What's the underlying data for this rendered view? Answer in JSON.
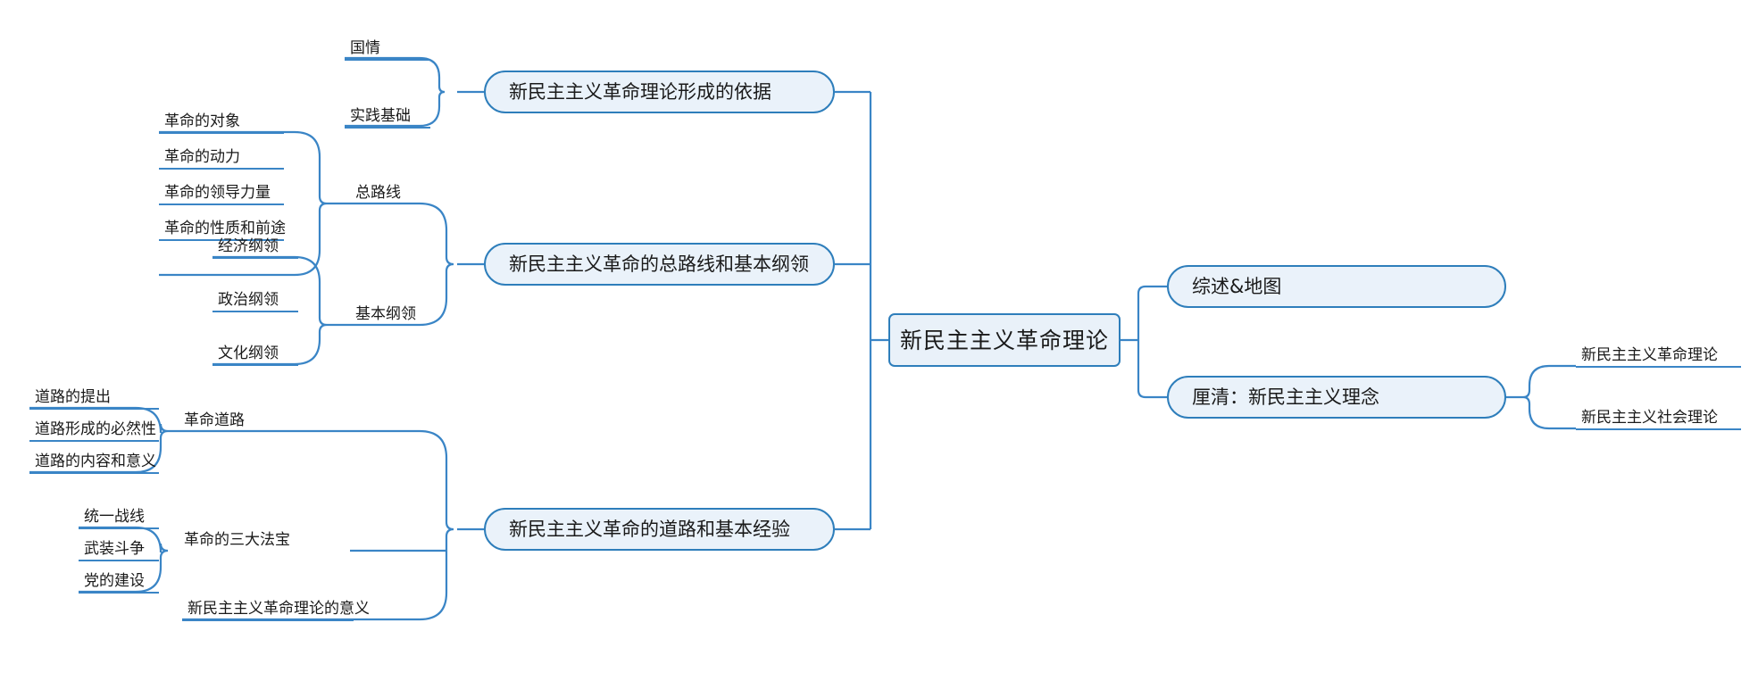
{
  "diagram": {
    "type": "mindmap",
    "title": "新民主主义革命理论",
    "colors": {
      "edge": "#3a85c6",
      "node_border": "#2e7ebb",
      "node_fill": "#eaf2fa",
      "root_fill": "#e9f1f9",
      "text": "#1a1a1a",
      "background": "#ffffff"
    }
  },
  "root": {
    "label": "新民主主义革命理论"
  },
  "left_branches": [
    {
      "label": "新民主主义革命理论形成的依据",
      "groups": [
        {
          "label": "",
          "children": [
            {
              "label": "国情"
            },
            {
              "label": "实践基础"
            }
          ]
        }
      ]
    },
    {
      "label": "新民主主义革命的总路线和基本纲领",
      "groups": [
        {
          "label": "总路线",
          "children": [
            {
              "label": "革命的对象"
            },
            {
              "label": "革命的动力"
            },
            {
              "label": "革命的领导力量"
            },
            {
              "label": "革命的性质和前途"
            }
          ]
        },
        {
          "label": "基本纲领",
          "children": [
            {
              "label": "经济纲领"
            },
            {
              "label": "政治纲领"
            },
            {
              "label": "文化纲领"
            }
          ]
        }
      ]
    },
    {
      "label": "新民主主义革命的道路和基本经验",
      "groups": [
        {
          "label": "革命道路",
          "children": [
            {
              "label": "道路的提出"
            },
            {
              "label": "道路形成的必然性"
            },
            {
              "label": "道路的内容和意义"
            }
          ]
        },
        {
          "label": "革命的三大法宝",
          "children": [
            {
              "label": "统一战线"
            },
            {
              "label": "武装斗争"
            },
            {
              "label": "党的建设"
            }
          ]
        },
        {
          "label": "新民主主义革命理论的意义",
          "children": []
        }
      ]
    }
  ],
  "right_branches": [
    {
      "label": "综述&地图",
      "children": []
    },
    {
      "label": "厘清：新民主主义理念",
      "children": [
        {
          "label": "新民主主义革命理论"
        },
        {
          "label": "新民主主义社会理论"
        }
      ]
    }
  ]
}
